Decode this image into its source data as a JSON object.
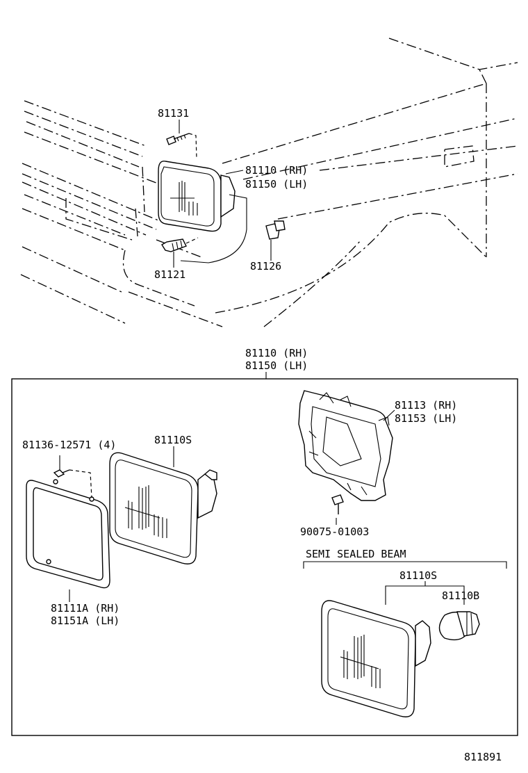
{
  "top_view": {
    "labels": {
      "p81131": "81131",
      "p81110_rh": "81110 (RH)",
      "p81150_lh": "81150 (LH)",
      "p81126": "81126",
      "p81121": "81121"
    }
  },
  "assembly_header": {
    "rh": "81110 (RH)",
    "lh": "81150 (LH)"
  },
  "detail_box": {
    "labels": {
      "screw_note": "81136-12571 (4)",
      "unit_81110s": "81110S",
      "ring_rh": "81111A (RH)",
      "ring_lh": "81151A (LH)",
      "housing_rh": "81113 (RH)",
      "housing_lh": "81153 (LH)",
      "screw_90075": "90075-01003",
      "semi_sealed_title": "SEMI SEALED BEAM",
      "semi_81110s": "81110S",
      "bulb_81110b": "81110B"
    }
  },
  "figure_code": "811891"
}
